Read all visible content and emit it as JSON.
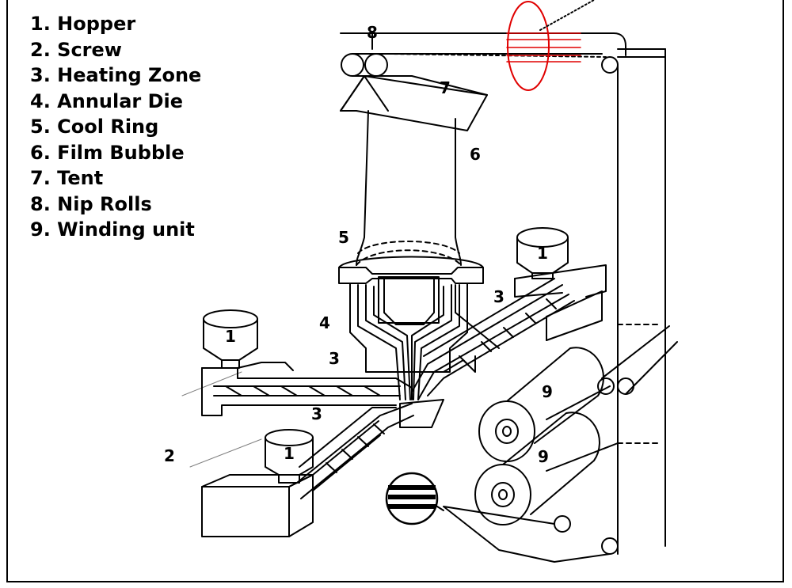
{
  "legend": {
    "items": [
      "1. Hopper",
      "2. Screw",
      "3. Heating Zone",
      "4. Annular Die",
      "5. Cool Ring",
      "6. Film Bubble",
      "7. Tent",
      "8. Nip Rolls",
      "9. Winding unit"
    ]
  },
  "callouts": {
    "hopper": "1",
    "screw": "2",
    "heating_zone": "3",
    "annular_die": "4",
    "cool_ring": "5",
    "film_bubble": "6",
    "tent": "7",
    "nip_rolls": "8",
    "winding_unit": "9"
  },
  "colors": {
    "line": "#000000",
    "highlight": "#e00000",
    "background": "#ffffff"
  }
}
